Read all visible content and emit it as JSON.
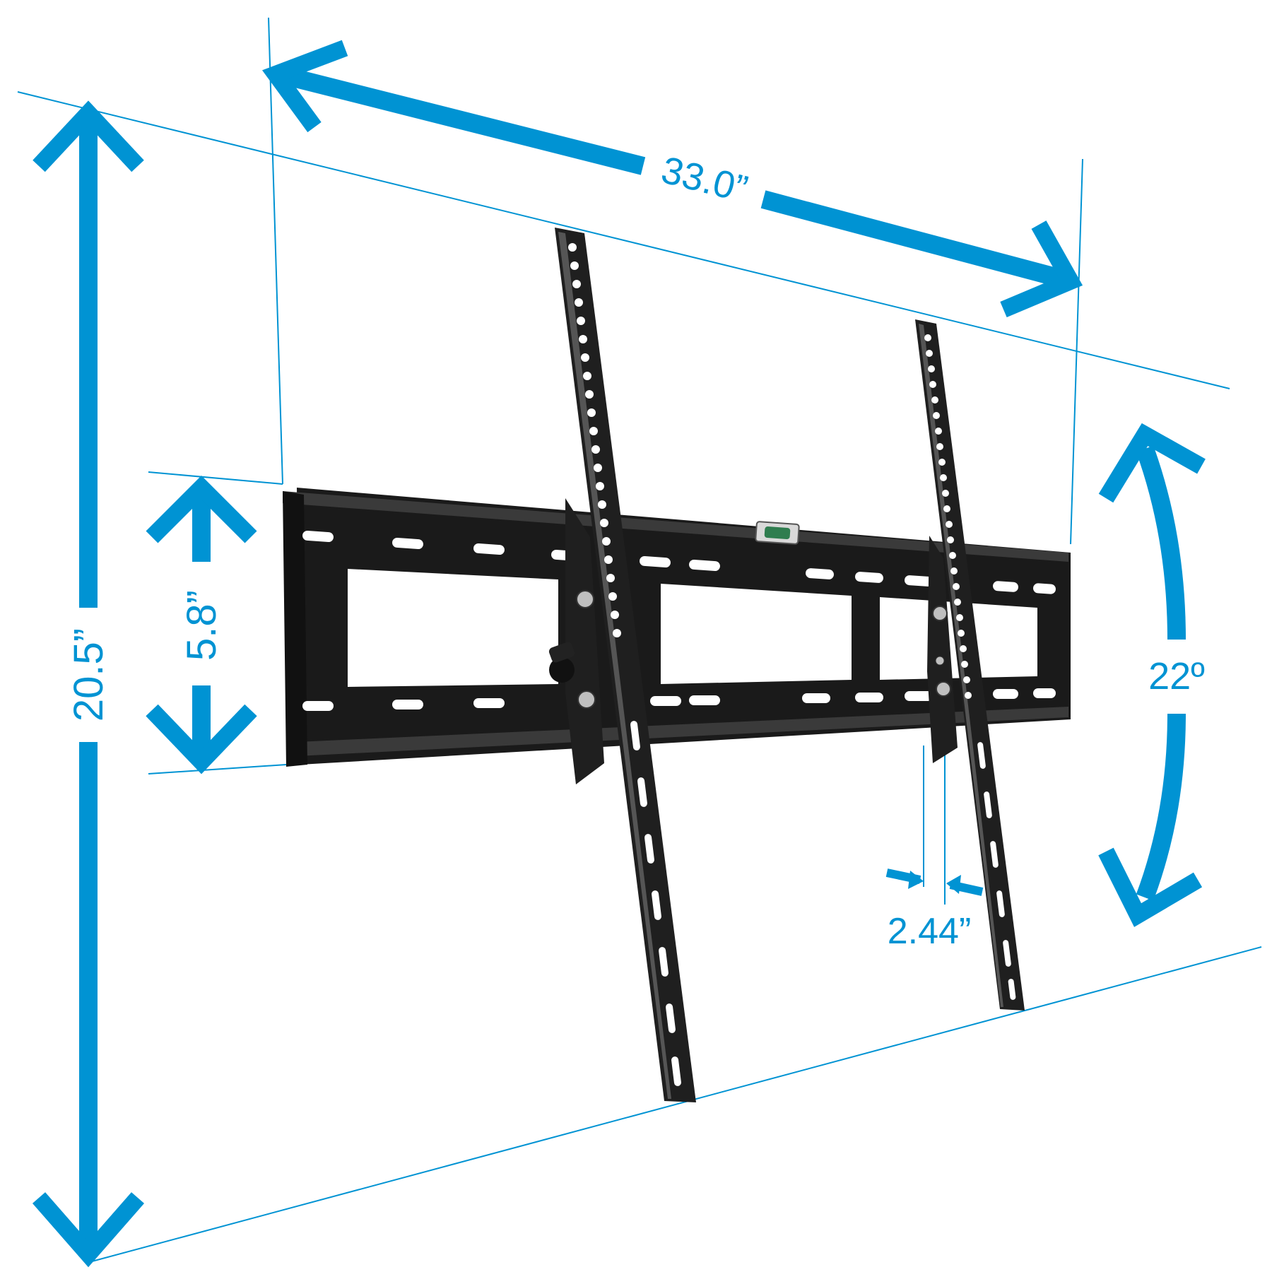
{
  "colors": {
    "accent": "#0093d3",
    "mount": "#1a1a1a",
    "metal_highlight": "#555555",
    "background": "#ffffff",
    "level_bubble": "#2f7d4f"
  },
  "dimensions": {
    "width": "33.0”",
    "height": "20.5”",
    "plate_height": "5.8”",
    "arm_width": "2.44”",
    "tilt": "22º"
  },
  "product": {
    "item": "tilting-tv-wall-mount",
    "parts": [
      "wall-plate",
      "left-tilt-arm",
      "right-tilt-arm",
      "bubble-level",
      "tilt-knob"
    ]
  }
}
